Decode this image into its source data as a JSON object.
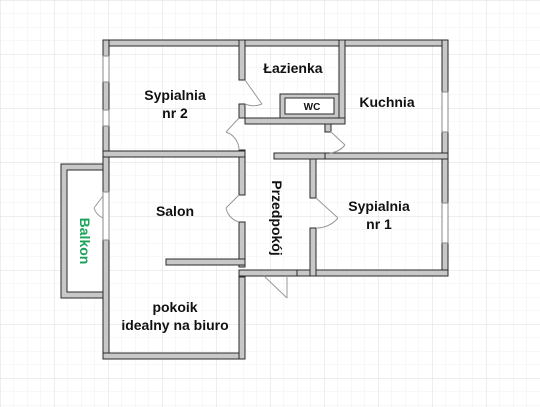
{
  "rooms": {
    "sypialnia2": [
      "Sypialnia",
      "nr 2"
    ],
    "lazienka": "Łazienka",
    "wc": "WC",
    "kuchnia": "Kuchnia",
    "salon": "Salon",
    "przedpokoj": "Przedpokój",
    "sypialnia1": [
      "Sypialnia",
      "nr 1"
    ],
    "balkon": "Balkon",
    "pokoik": [
      "pokoik",
      "idealny na biuro"
    ]
  },
  "colors": {
    "wall_fill": "#c8c8c8",
    "wall_stroke": "#2a2a2a",
    "grid": "#e6e6e6",
    "balkon_text": "#1aa35a",
    "door": "#999999"
  }
}
